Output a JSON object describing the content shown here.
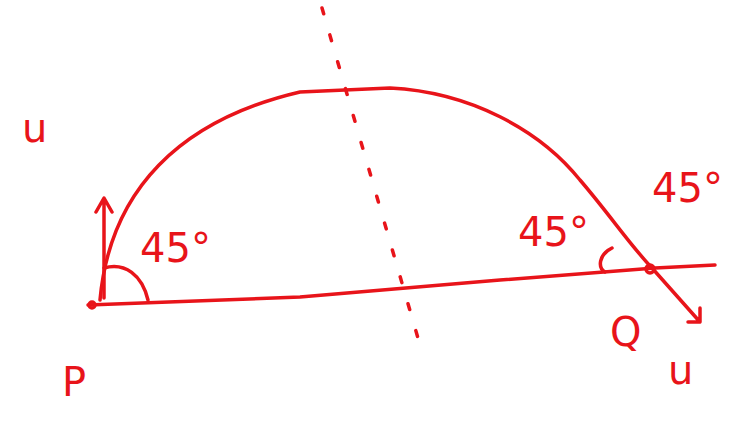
{
  "diagram": {
    "labels": [
      "u",
      "45°",
      "45°",
      "45°",
      "P",
      "Q",
      "u"
    ]
  }
}
